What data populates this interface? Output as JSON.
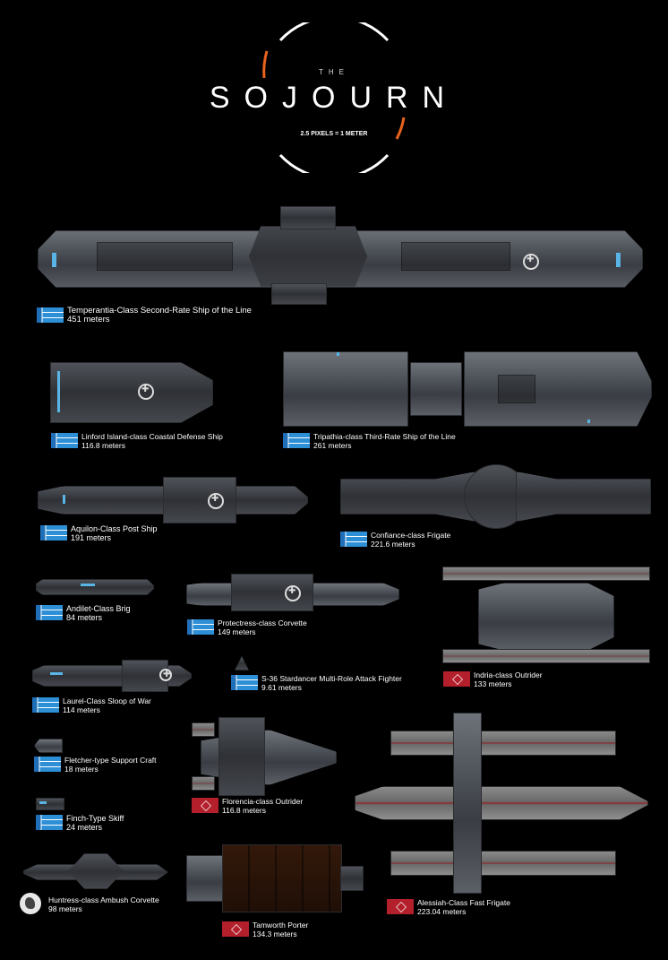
{
  "header": {
    "the": "THE",
    "title": "SOJOURN",
    "scale": "2.5 PIXELS = 1 METER",
    "ring_color": "#ffffff",
    "accent_color": "#e8641e"
  },
  "ships": [
    {
      "name": "Temperantia-Class Second-Rate Ship of the Line",
      "size": "451 meters",
      "flag": "blue"
    },
    {
      "name": "Linford Island-class Coastal Defense Ship",
      "size": "116.8 meters",
      "flag": "blue"
    },
    {
      "name": "Tripathia-class Third-Rate Ship of the Line",
      "size": "261 meters",
      "flag": "blue"
    },
    {
      "name": "Aquilon-Class Post Ship",
      "size": "191 meters",
      "flag": "blue"
    },
    {
      "name": "Confiance-class Frigate",
      "size": "221.6 meters",
      "flag": "blue"
    },
    {
      "name": "Andilet-Class Brig",
      "size": "84 meters",
      "flag": "blue"
    },
    {
      "name": "Protectress-class Corvette",
      "size": "149 meters",
      "flag": "blue"
    },
    {
      "name": "Indria-class Outrider",
      "size": "133 meters",
      "flag": "red"
    },
    {
      "name": "Laurel-Class Sloop of War",
      "size": "114 meters",
      "flag": "blue"
    },
    {
      "name": "S-36 Stardancer Multi-Role Attack Fighter",
      "size": "9.61 meters",
      "flag": "blue"
    },
    {
      "name": "Fletcher-type Support Craft",
      "size": "18 meters",
      "flag": "blue"
    },
    {
      "name": "Florencia-class Outrider",
      "size": "116.8 meters",
      "flag": "red"
    },
    {
      "name": "Finch-Type Skiff",
      "size": "24 meters",
      "flag": "blue"
    },
    {
      "name": "Huntress-class Ambush Corvette",
      "size": "98 meters",
      "flag": "wolf"
    },
    {
      "name": "Alessiah-Class Fast Frigate",
      "size": "223.04 meters",
      "flag": "red"
    },
    {
      "name": "Tamworth Porter",
      "size": "134.3 meters",
      "flag": "red"
    }
  ]
}
